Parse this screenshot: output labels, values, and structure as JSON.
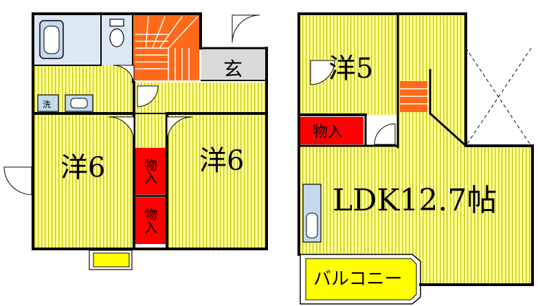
{
  "rooms": {
    "western_6_left": "洋6",
    "western_6_right": "洋6",
    "western_5": "洋5",
    "ldk": "LDK12.7帖",
    "entrance": "玄",
    "balcony": "バルコニー",
    "washer": "洗",
    "storage_upper": "物入",
    "storage_lower": "物入",
    "storage_second": "物入"
  },
  "colors": {
    "floor": "#ffff99",
    "floor_stripe": "#c8c800",
    "storage": "#ff0000",
    "stairs": "#ff6a1a",
    "wet_area": "#dce8f4",
    "fixture": "#c5d9ee",
    "entrance_floor": "#d9d9d9",
    "balcony_fill": "#ffff00",
    "wall": "#000000"
  }
}
